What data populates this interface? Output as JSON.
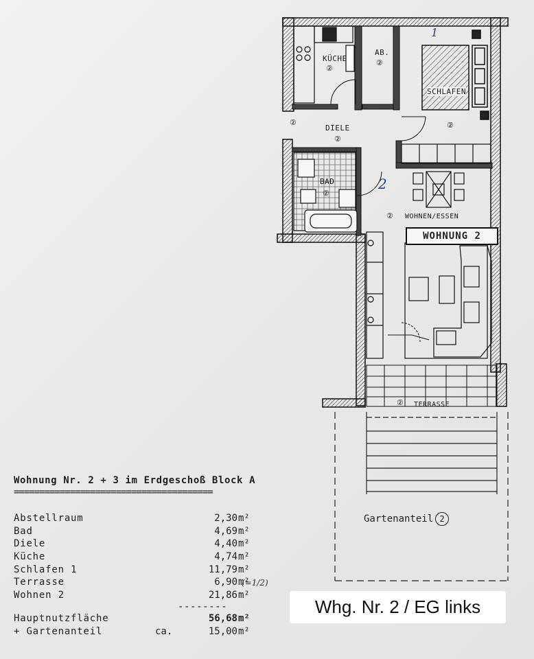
{
  "plan": {
    "rooms": {
      "kueche": "KÜCHE",
      "abstell": "AB.",
      "schlafen": "SCHLAFEN",
      "diele": "DIELE",
      "bad": "BAD",
      "wohnen": "WOHNEN/ESSEN",
      "terrasse": "TERRASSE"
    },
    "number_mark": "②",
    "unit_label": "WOHNUNG 2",
    "hand_marks": {
      "schlafen": "1",
      "wohnen": "2"
    },
    "garden_label": "Gartenanteil",
    "garden_number": "2"
  },
  "table": {
    "title": "Wohnung Nr. 2 + 3 im Erdgeschoß Block A",
    "underline": "=======================================",
    "rows": [
      {
        "label": "Abstellraum",
        "value": "2,30",
        "unit": "m²"
      },
      {
        "label": "Bad",
        "value": "4,69",
        "unit": "m²"
      },
      {
        "label": "Diele",
        "value": "4,40",
        "unit": "m²"
      },
      {
        "label": "Küche",
        "value": "4,74",
        "unit": "m²"
      },
      {
        "label": "Schlafen 1",
        "value": "11,79",
        "unit": "m²"
      },
      {
        "label": "Terrasse",
        "value": "6,90",
        "unit": "m²"
      },
      {
        "label": "Wohnen 2",
        "value": "21,86",
        "unit": "m²"
      }
    ],
    "terrasse_note": "(=1/2)",
    "separator": "--------",
    "total_label": "Hauptnutzfläche",
    "total_value": "56,68",
    "total_unit": "m²",
    "garden_row_label": "+ Gartenanteil",
    "garden_row_prefix": "ca.",
    "garden_row_value": "15,00",
    "garden_row_unit": "m²"
  },
  "caption": "Whg. Nr. 2 / EG links"
}
